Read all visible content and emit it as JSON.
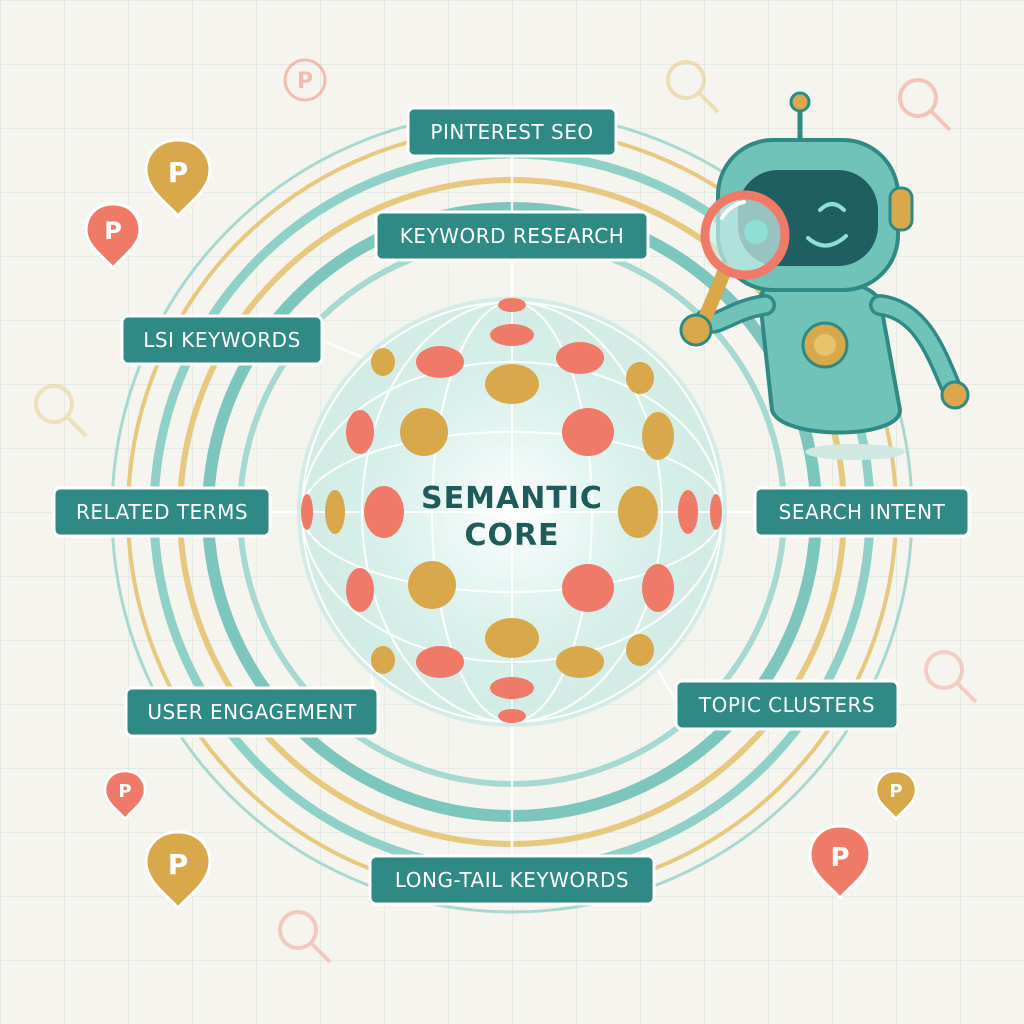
{
  "core": {
    "line1": "SEMANTIC",
    "line2": "CORE"
  },
  "labels": {
    "pinterest_seo": "PINTEREST SEO",
    "keyword_research": "KEYWORD RESEARCH",
    "lsi_keywords": "LSI KEYWORDS",
    "related_terms": "RELATED TERMS",
    "search_intent": "SEARCH INTENT",
    "user_engagement": "USER ENGAGEMENT",
    "topic_clusters": "TOPIC CLUSTERS",
    "long_tail_keywords": "LONG-TAIL KEYWORDS"
  },
  "pin_letter": "P",
  "colors": {
    "teal": "#2f8a86",
    "teal_light": "#8fd0c8",
    "gold": "#d9a84a",
    "coral": "#f07a68",
    "background": "#f6f4ee",
    "robot_body": "#6fc3b8"
  },
  "icons": [
    "pinterest-pin-icon",
    "magnifier-icon",
    "robot-mascot"
  ]
}
